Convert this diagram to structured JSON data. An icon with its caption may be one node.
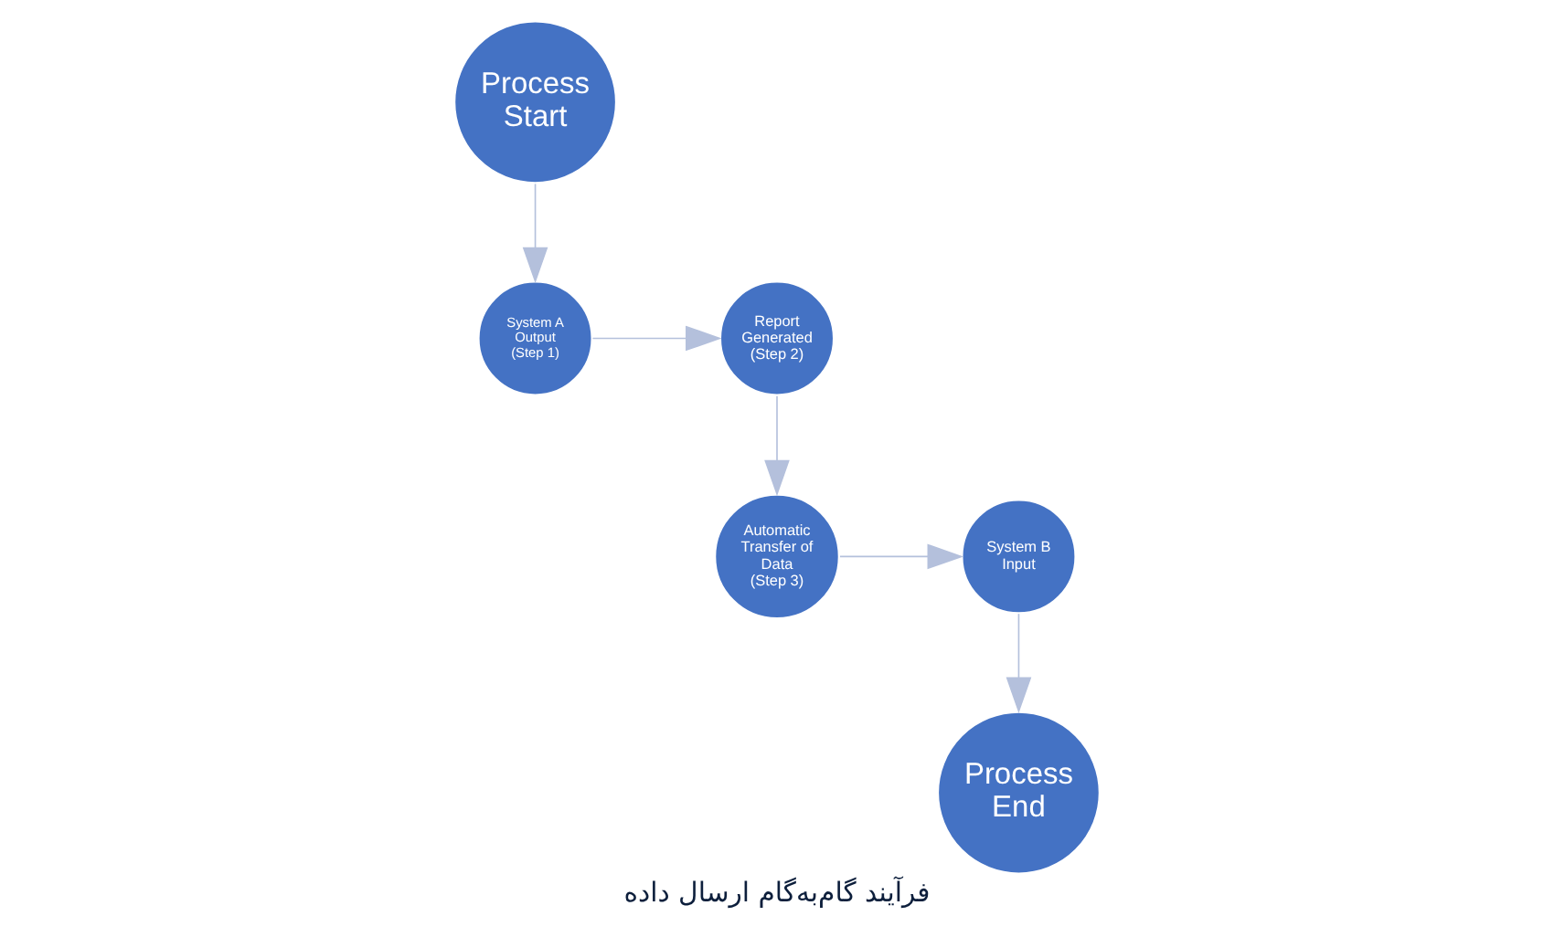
{
  "diagram": {
    "caption": "فرآیند گام‌به‌گام ارسال داده",
    "nodes": [
      {
        "text": [
          "Process Start"
        ]
      },
      {
        "text": [
          "System A Output",
          "(Step 1)"
        ]
      },
      {
        "text": [
          "Report Generated",
          "(Step 2)"
        ]
      },
      {
        "text": [
          "Automatic Transfer of Data",
          "(Step 3)"
        ]
      },
      {
        "text": [
          "System B Input"
        ]
      },
      {
        "text": [
          "Process End"
        ]
      }
    ],
    "edges": [
      {
        "from": 0,
        "to": 1,
        "arrow": "to"
      },
      {
        "from": 1,
        "to": 2,
        "arrow": "to"
      },
      {
        "from": 2,
        "to": 3,
        "arrow": "to"
      },
      {
        "from": 3,
        "to": 4,
        "arrow": "to"
      },
      {
        "from": 4,
        "to": 5,
        "arrow": "to"
      }
    ]
  }
}
